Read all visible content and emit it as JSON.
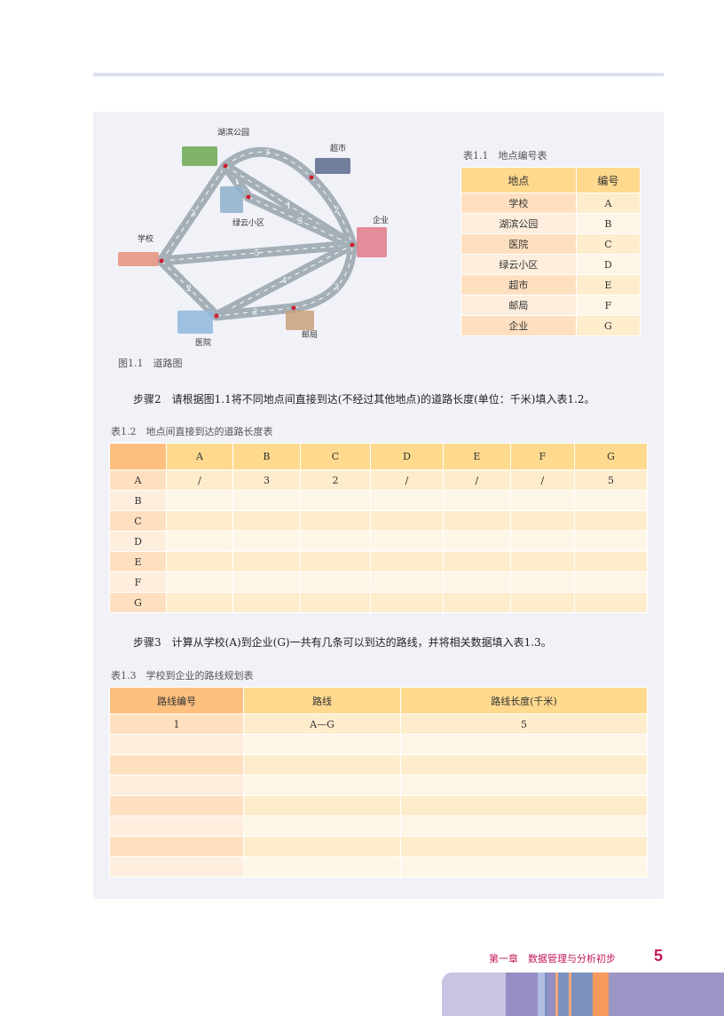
{
  "figure": {
    "caption": "图1.1　道路图",
    "places": {
      "A": "学校",
      "B": "湖滨公园",
      "C": "医院",
      "D": "绿云小区",
      "E": "超市",
      "F": "邮局",
      "G": "企业"
    },
    "roads": [
      {
        "from": "A",
        "to": "B",
        "length": "3"
      },
      {
        "from": "A",
        "to": "G",
        "length": "5"
      },
      {
        "from": "A",
        "to": "C",
        "length": "2"
      },
      {
        "from": "B",
        "to": "D",
        "length": "1"
      },
      {
        "from": "B",
        "to": "E",
        "length": "3"
      },
      {
        "from": "B",
        "to": "G",
        "length": "1"
      },
      {
        "from": "D",
        "to": "G",
        "length": "3"
      },
      {
        "from": "E",
        "to": "G",
        "length": "2"
      },
      {
        "from": "C",
        "to": "G",
        "length": "4"
      },
      {
        "from": "C",
        "to": "F",
        "length": "2"
      },
      {
        "from": "F",
        "to": "G",
        "length": "3"
      }
    ]
  },
  "table11": {
    "caption": "表1.1　地点编号表",
    "headers": [
      "地点",
      "编号"
    ],
    "rows": [
      [
        "学校",
        "A"
      ],
      [
        "湖滨公园",
        "B"
      ],
      [
        "医院",
        "C"
      ],
      [
        "绿云小区",
        "D"
      ],
      [
        "超市",
        "E"
      ],
      [
        "邮局",
        "F"
      ],
      [
        "企业",
        "G"
      ]
    ]
  },
  "step2": "步骤2　请根据图1.1将不同地点间直接到达(不经过其他地点)的道路长度(单位：千米)填入表1.2。",
  "table12": {
    "caption": "表1.2　地点间直接到达的道路长度表",
    "headers": [
      "",
      "A",
      "B",
      "C",
      "D",
      "E",
      "F",
      "G"
    ],
    "rows": [
      [
        "A",
        "/",
        "3",
        "2",
        "/",
        "/",
        "/",
        "5"
      ],
      [
        "B",
        "",
        "",
        "",
        "",
        "",
        "",
        ""
      ],
      [
        "C",
        "",
        "",
        "",
        "",
        "",
        "",
        ""
      ],
      [
        "D",
        "",
        "",
        "",
        "",
        "",
        "",
        ""
      ],
      [
        "E",
        "",
        "",
        "",
        "",
        "",
        "",
        ""
      ],
      [
        "F",
        "",
        "",
        "",
        "",
        "",
        "",
        ""
      ],
      [
        "G",
        "",
        "",
        "",
        "",
        "",
        "",
        ""
      ]
    ]
  },
  "step3": "步骤3　计算从学校(A)到企业(G)一共有几条可以到达的路线，并将相关数据填入表1.3。",
  "table13": {
    "caption": "表1.3　学校到企业的路线规划表",
    "headers": [
      "路线编号",
      "路线",
      "路线长度(千米)"
    ],
    "rows": [
      [
        "1",
        "A—G",
        "5"
      ],
      [
        "",
        "",
        ""
      ],
      [
        "",
        "",
        ""
      ],
      [
        "",
        "",
        ""
      ],
      [
        "",
        "",
        ""
      ],
      [
        "",
        "",
        ""
      ],
      [
        "",
        "",
        ""
      ],
      [
        "",
        "",
        ""
      ]
    ]
  },
  "footer": {
    "chapter": "第一章　数据管理与分析初步",
    "page": "5"
  }
}
